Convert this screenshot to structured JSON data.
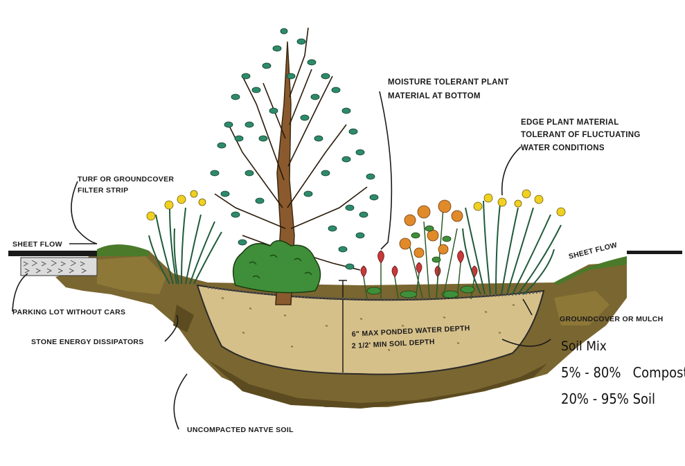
{
  "labels": {
    "moisture_line1": "MOISTURE TOLERANT PLANT",
    "moisture_line2": "MATERIAL AT BOTTOM",
    "edge_line1": "EDGE PLANT MATERIAL",
    "edge_line2": "TOLERANT OF FLUCTUATING",
    "edge_line3": "WATER CONDITIONS",
    "turf_line1": "TURF OR GROUNDCOVER",
    "turf_line2": "FILTER STRIP",
    "sheet_flow_left": "SHEET FLOW",
    "sheet_flow_right": "SHEET FLOW",
    "parking_lot": "PARKING LOT WITHOUT CARS",
    "stone": "STONE ENERGY DISSIPATORS",
    "groundcover": "GROUNDCOVER OR MULCH",
    "ponded_line1": "6\" MAX PONDED WATER DEPTH",
    "ponded_line2": "2 1/2' MIN SOIL DEPTH",
    "native_soil": "UNCOMPACTED NATVE SOIL"
  },
  "soil_mix": {
    "title": "Soil Mix",
    "line1": "5% - 80%   Compost",
    "line2": "20% - 95% Soil"
  },
  "colors": {
    "soil_mix_fill": "#d6c08a",
    "native_soil": "#6b5a2a",
    "native_soil_light": "#9a8547",
    "turf": "#4a7a2a",
    "leaf": "#2e8b6a",
    "shrub": "#3f8f3a",
    "daffodil": "#f0d020",
    "heart_plant": "#c83a3a",
    "orange_flower": "#e08a2a"
  }
}
